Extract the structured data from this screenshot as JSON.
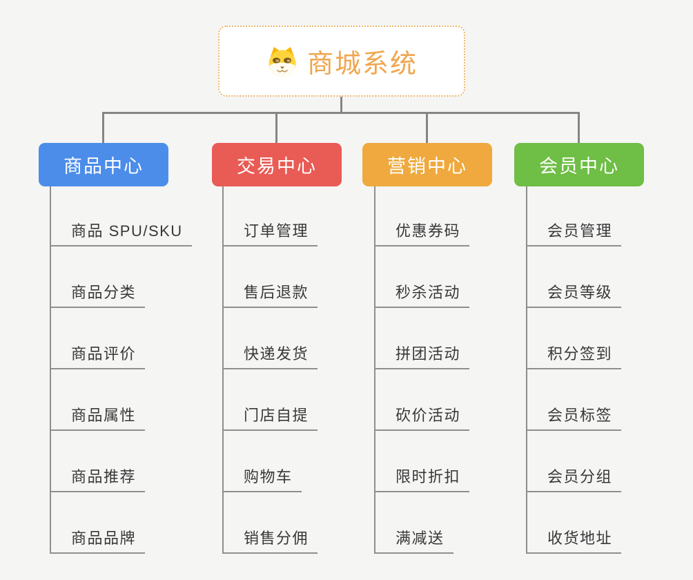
{
  "root": {
    "title": "商城系统",
    "icon": "shiba-dog-icon",
    "title_color": "#f0a64e",
    "border_color": "#efb467"
  },
  "connector_color": "#858585",
  "background_color": "#f5f5f4",
  "branches": [
    {
      "label": "商品中心",
      "color": "#4c8de9",
      "items": [
        "商品 SPU/SKU",
        "商品分类",
        "商品评价",
        "商品属性",
        "商品推荐",
        "商品品牌"
      ]
    },
    {
      "label": "交易中心",
      "color": "#e95b55",
      "items": [
        "订单管理",
        "售后退款",
        "快递发货",
        "门店自提",
        "购物车",
        "销售分佣"
      ]
    },
    {
      "label": "营销中心",
      "color": "#efa93e",
      "items": [
        "优惠券码",
        "秒杀活动",
        "拼团活动",
        "砍价活动",
        "限时折扣",
        "满减送"
      ]
    },
    {
      "label": "会员中心",
      "color": "#6fbe46",
      "items": [
        "会员管理",
        "会员等级",
        "积分签到",
        "会员标签",
        "会员分组",
        "收货地址"
      ]
    }
  ]
}
